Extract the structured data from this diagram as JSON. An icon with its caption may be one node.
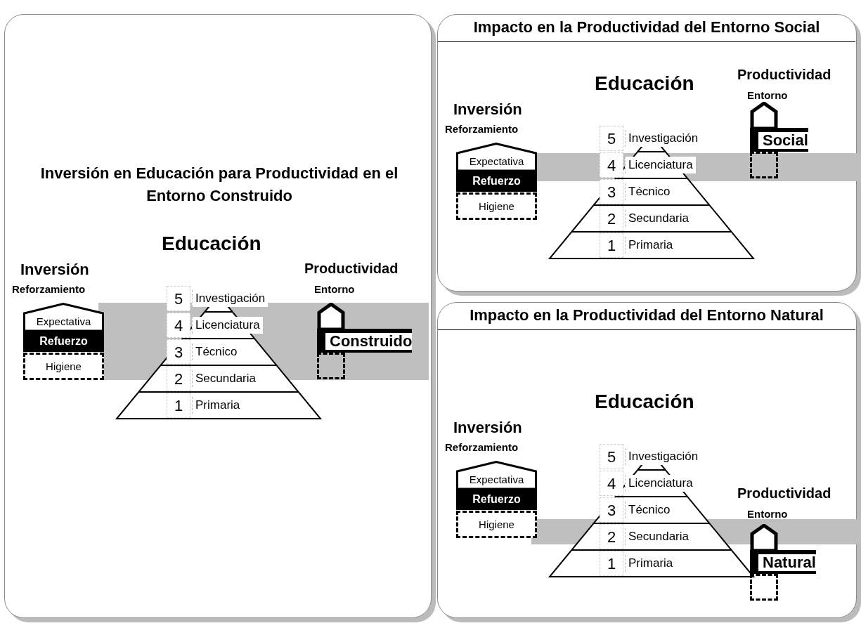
{
  "diagram": {
    "nodes": [
      {
        "text": [
          "Inversión en Educación para Productividad en el Entorno Construido"
        ]
      },
      {
        "text": [
          "Expectativa"
        ],
        "in": 0
      },
      {
        "text": [
          "Refuerzo"
        ],
        "in": 0
      },
      {
        "text": [
          "Higiene"
        ],
        "in": 0
      },
      {
        "text": [
          "Investigación"
        ],
        "beside": [
          "5"
        ],
        "in": 0
      },
      {
        "text": [
          "Licenciatura"
        ],
        "beside": [
          "4"
        ],
        "in": 0
      },
      {
        "text": [
          "Técnico"
        ],
        "beside": [
          "3"
        ],
        "in": 0
      },
      {
        "text": [
          "Secundaria"
        ],
        "beside": [
          "2"
        ],
        "in": 0
      },
      {
        "text": [
          "Primaria"
        ],
        "beside": [
          "1"
        ],
        "in": 0
      },
      {
        "text": [],
        "shape": "pentagon",
        "in": 0
      },
      {
        "text": [
          "Construido"
        ],
        "in": 0
      },
      {
        "text": [],
        "shape": "box",
        "in": 0
      },
      {
        "text": [
          "Impacto en la Productividad del Entorno Social"
        ]
      },
      {
        "text": [
          "Expectativa"
        ],
        "in": 12
      },
      {
        "text": [
          "Refuerzo"
        ],
        "in": 12
      },
      {
        "text": [
          "Higiene"
        ],
        "in": 12
      },
      {
        "text": [
          "Investigación"
        ],
        "beside": [
          "5"
        ],
        "in": 12
      },
      {
        "text": [
          "Licenciatura"
        ],
        "beside": [
          "4"
        ],
        "in": 12
      },
      {
        "text": [
          "Técnico"
        ],
        "beside": [
          "3"
        ],
        "in": 12
      },
      {
        "text": [
          "Secundaria"
        ],
        "beside": [
          "2"
        ],
        "in": 12
      },
      {
        "text": [
          "Primaria"
        ],
        "beside": [
          "1"
        ],
        "in": 12
      },
      {
        "text": [],
        "shape": "pentagon",
        "in": 12
      },
      {
        "text": [
          "Social"
        ],
        "in": 12
      },
      {
        "text": [],
        "shape": "box",
        "in": 12
      },
      {
        "text": [
          "Impacto en la Productividad del Entorno Natural"
        ]
      },
      {
        "text": [
          "Expectativa"
        ],
        "in": 24
      },
      {
        "text": [
          "Refuerzo"
        ],
        "in": 24
      },
      {
        "text": [
          "Higiene"
        ],
        "in": 24
      },
      {
        "text": [
          "Investigación"
        ],
        "beside": [
          "5"
        ],
        "in": 24
      },
      {
        "text": [
          "Licenciatura"
        ],
        "beside": [
          "4"
        ],
        "in": 24
      },
      {
        "text": [
          "Técnico"
        ],
        "beside": [
          "3"
        ],
        "in": 24
      },
      {
        "text": [
          "Secundaria"
        ],
        "beside": [
          "2"
        ],
        "in": 24
      },
      {
        "text": [
          "Primaria"
        ],
        "beside": [
          "1"
        ],
        "in": 24
      },
      {
        "text": [],
        "shape": "pentagon",
        "in": 24
      },
      {
        "text": [
          "Natural"
        ],
        "in": 24
      },
      {
        "text": [],
        "shape": "box",
        "in": 24
      }
    ],
    "labels": [
      "Educación",
      "Inversión",
      "Reforzamiento",
      "Productividad",
      "Entorno",
      "Educación",
      "Inversión",
      "Reforzamiento",
      "Productividad",
      "Entorno",
      "Educación",
      "Inversión",
      "Reforzamiento",
      "Productividad",
      "Entorno"
    ]
  }
}
